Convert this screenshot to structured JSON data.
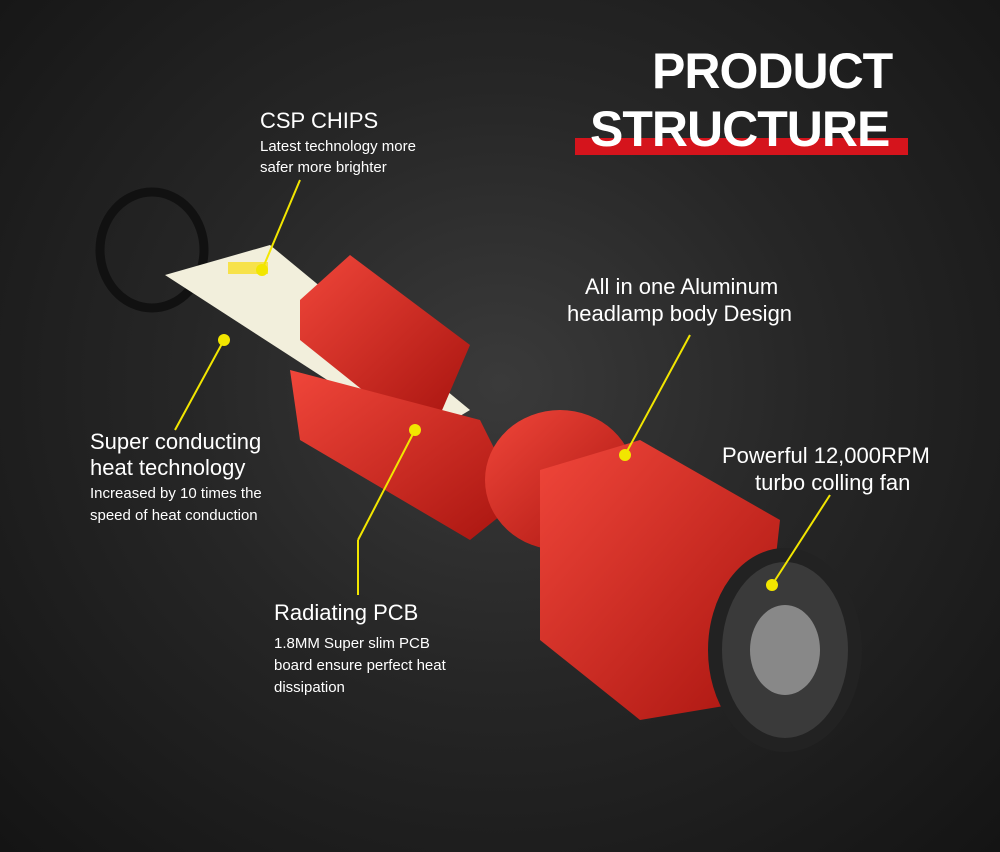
{
  "title": {
    "line1": "PRODUCT",
    "line2": "STRUCTURE"
  },
  "callouts": {
    "csp": {
      "heading": "CSP CHIPS",
      "line1": "Latest technology more",
      "line2": "safer more brighter"
    },
    "aluminum": {
      "line1": "All in one Aluminum",
      "line2": "headlamp body Design"
    },
    "heat": {
      "line1": "Super conducting",
      "line2": "heat technology",
      "desc1": "Increased by 10 times the",
      "desc2": "speed of heat conduction"
    },
    "fan": {
      "line1": "Powerful 12,000RPM",
      "line2": "turbo colling fan"
    },
    "pcb": {
      "heading": "Radiating PCB",
      "desc1": "1.8MM  Super slim  PCB",
      "desc2": "board ensure perfect heat",
      "desc3": "dissipation"
    }
  },
  "colors": {
    "accent": "#d5141c",
    "leader": "#f2e600",
    "body": "#d42a22"
  }
}
